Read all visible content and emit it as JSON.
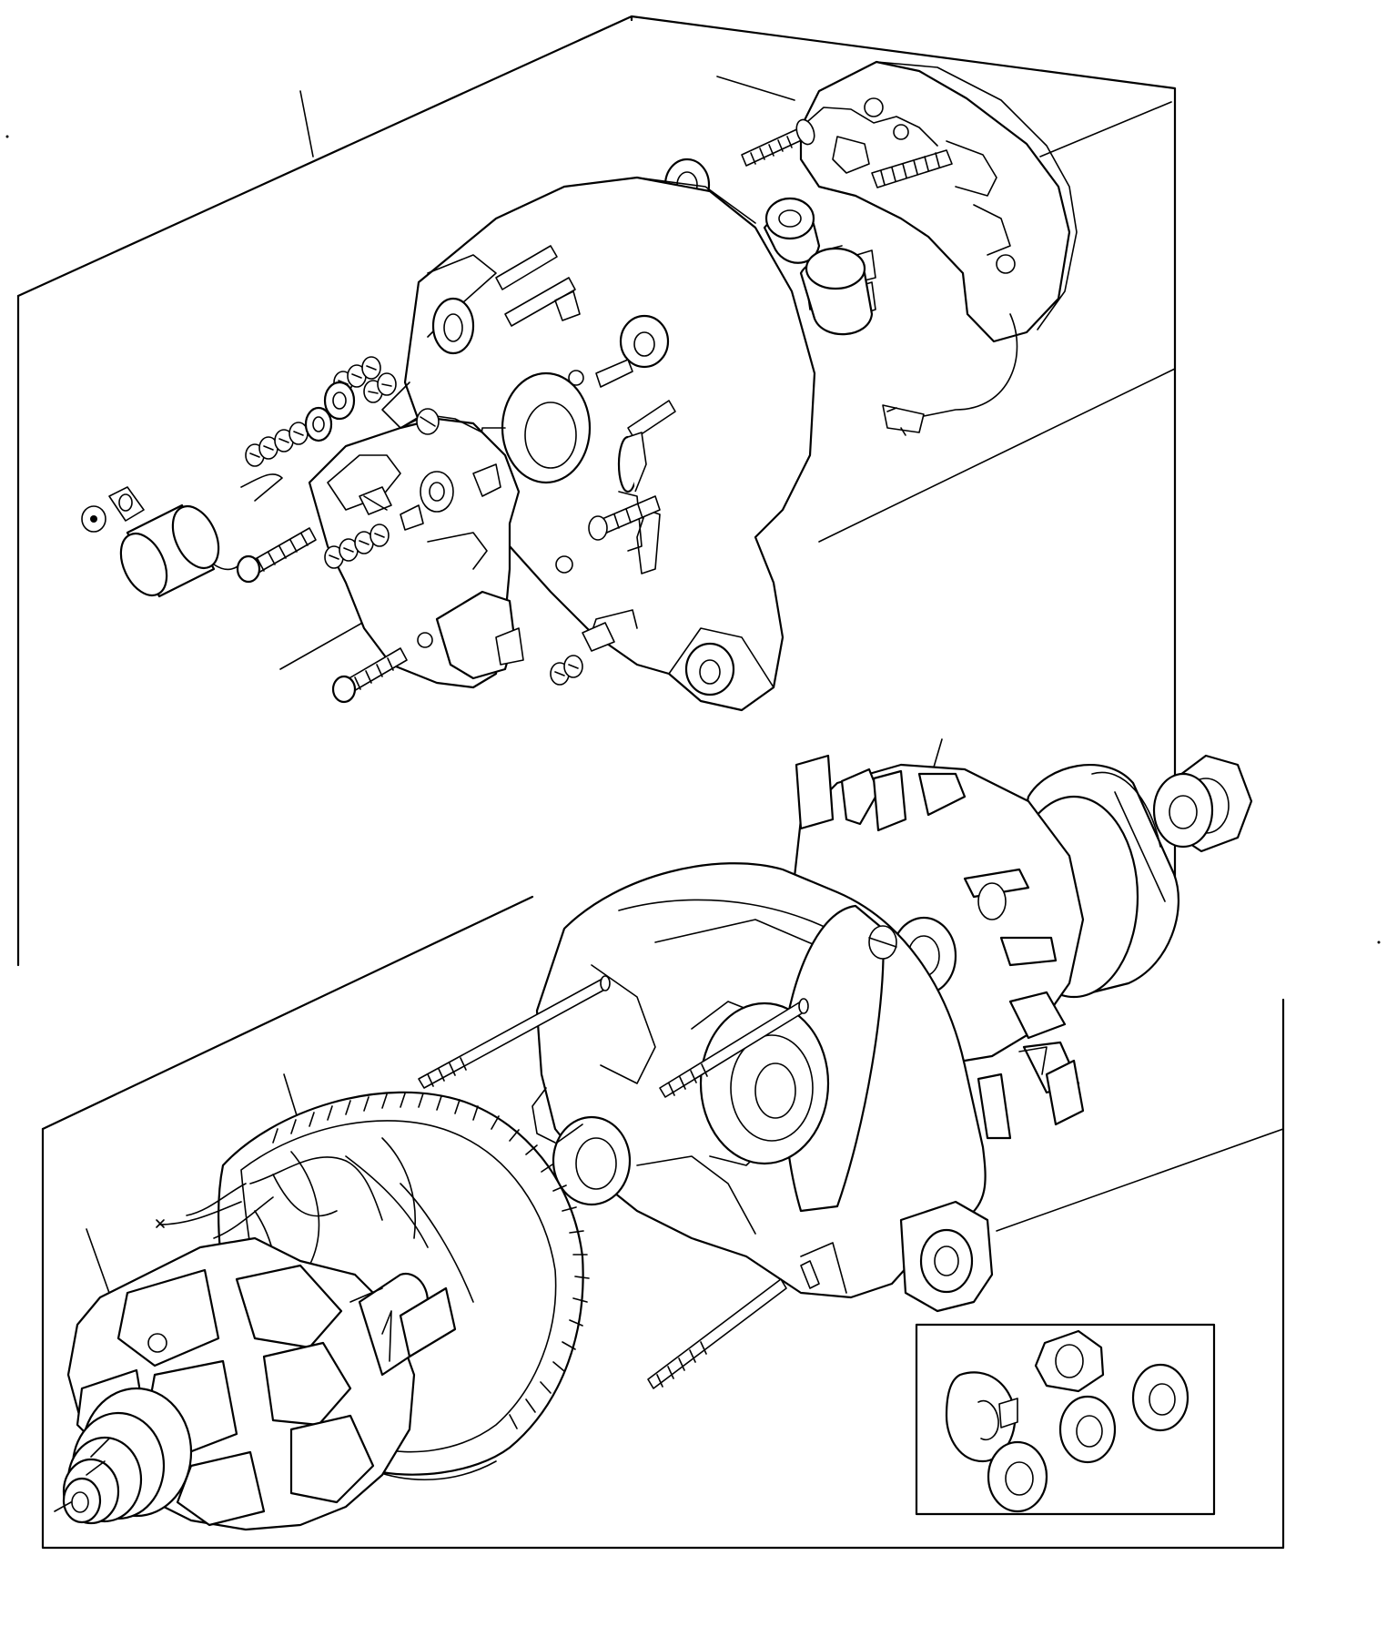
{
  "drawing": {
    "type": "exploded parts diagram",
    "background": "#ffffff",
    "line_color": "#000000",
    "groups": [
      "rear-end-assembly",
      "front-end-assembly",
      "hardware-kit-inset"
    ]
  }
}
